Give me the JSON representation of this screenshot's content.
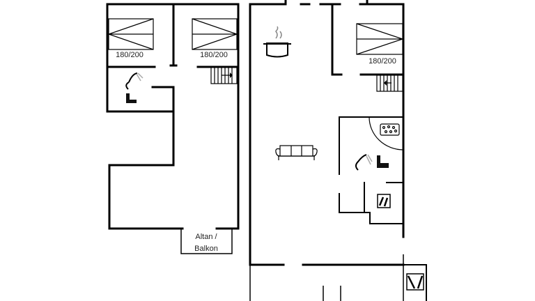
{
  "floorplan": {
    "upper_floor": {
      "bed_left_label": "180/200",
      "bed_right_label": "180/200",
      "balcony_line1": "Altan /",
      "balcony_line2": "Balkon"
    },
    "ground_floor": {
      "bed_label": "180/200"
    }
  },
  "icons": [
    "bed-icon",
    "shower-icon",
    "toilet-icon",
    "stairs-icon",
    "cooking-pot-icon",
    "sofa-icon",
    "hot-tub-icon",
    "washing-machine-icon",
    "sauna-icon"
  ]
}
